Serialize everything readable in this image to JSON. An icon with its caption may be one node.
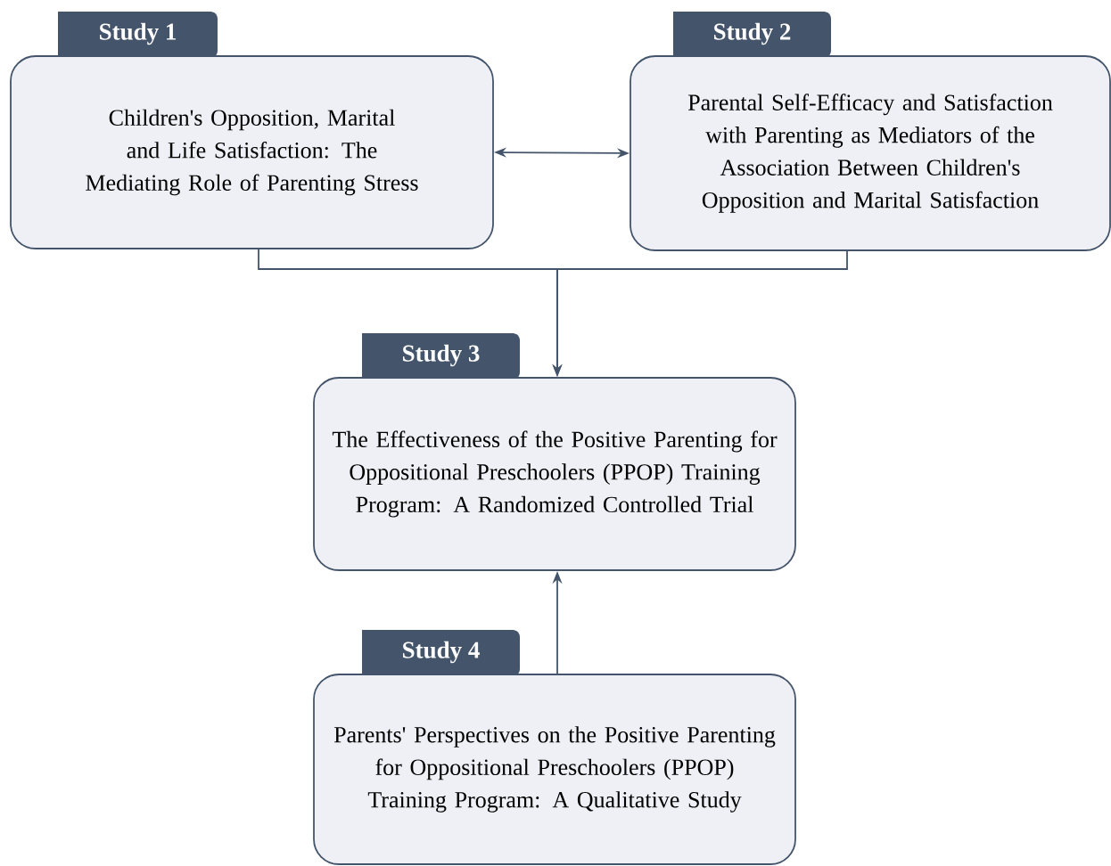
{
  "diagram": {
    "nodes": [
      {
        "text": [
          "Study 1",
          "Children's Opposition, Marital and Life Satisfaction: The Mediating Role of Parenting Stress"
        ]
      },
      {
        "text": [
          "Study 2",
          "Parental Self-Efficacy and Satisfaction with Parenting as Mediators of the Association Between Children's Opposition and Marital Satisfaction"
        ]
      },
      {
        "text": [
          "Study 3",
          "The Effectiveness of the Positive Parenting for Oppositional Preschoolers (PPOP) Training Program: A Randomized Controlled Trial"
        ]
      },
      {
        "text": [
          "Study 4",
          "Parents' Perspectives on the Positive Parenting for Oppositional Preschoolers (PPOP) Training Program: A Qualitative Study"
        ]
      }
    ],
    "edges": [
      {
        "from": 0,
        "to": 1,
        "arrow": "both"
      },
      {
        "from": 0,
        "to": 2,
        "arrow": "to"
      },
      {
        "from": 1,
        "to": 2,
        "arrow": "to"
      },
      {
        "from": 3,
        "to": 2,
        "arrow": "to"
      }
    ]
  }
}
